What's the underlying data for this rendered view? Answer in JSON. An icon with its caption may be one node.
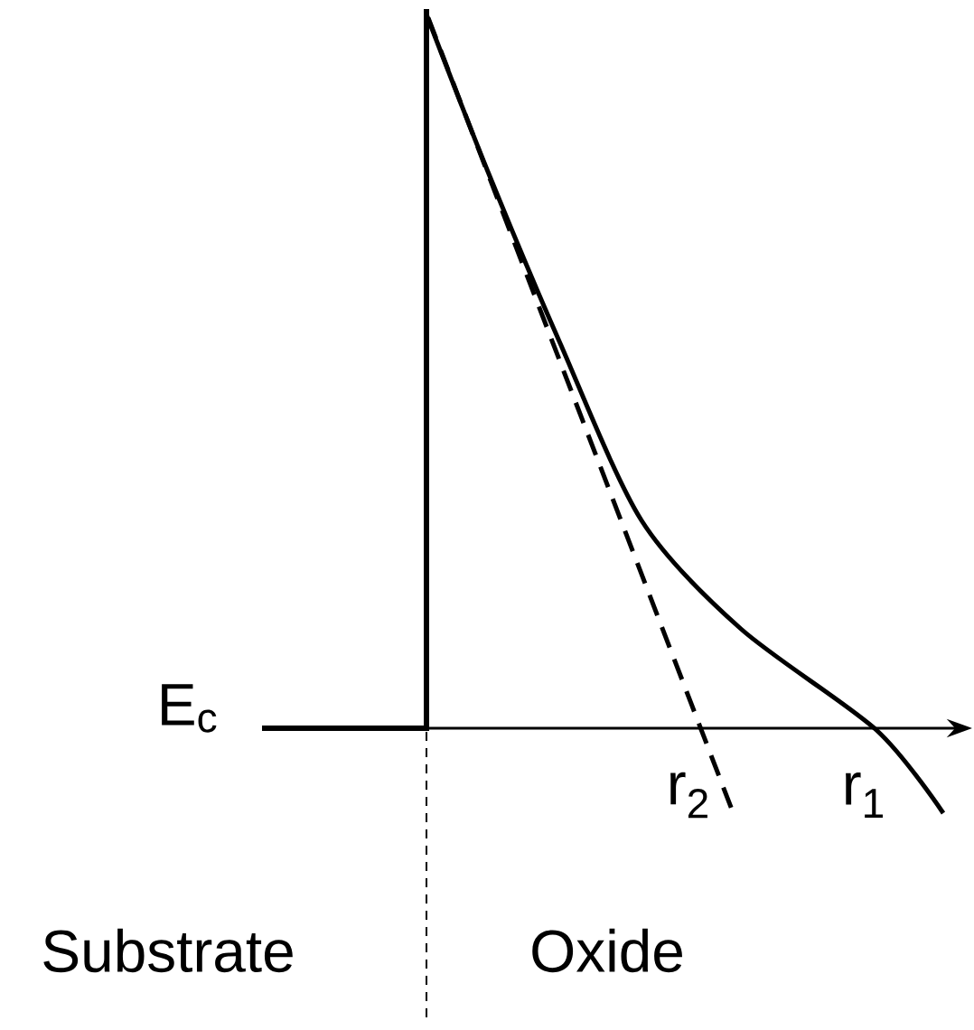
{
  "diagram": {
    "labels": [
      "E$_{c}$",
      "r$_{2}$",
      "r$_{1}$",
      "Substrate",
      "Oxide"
    ]
  }
}
